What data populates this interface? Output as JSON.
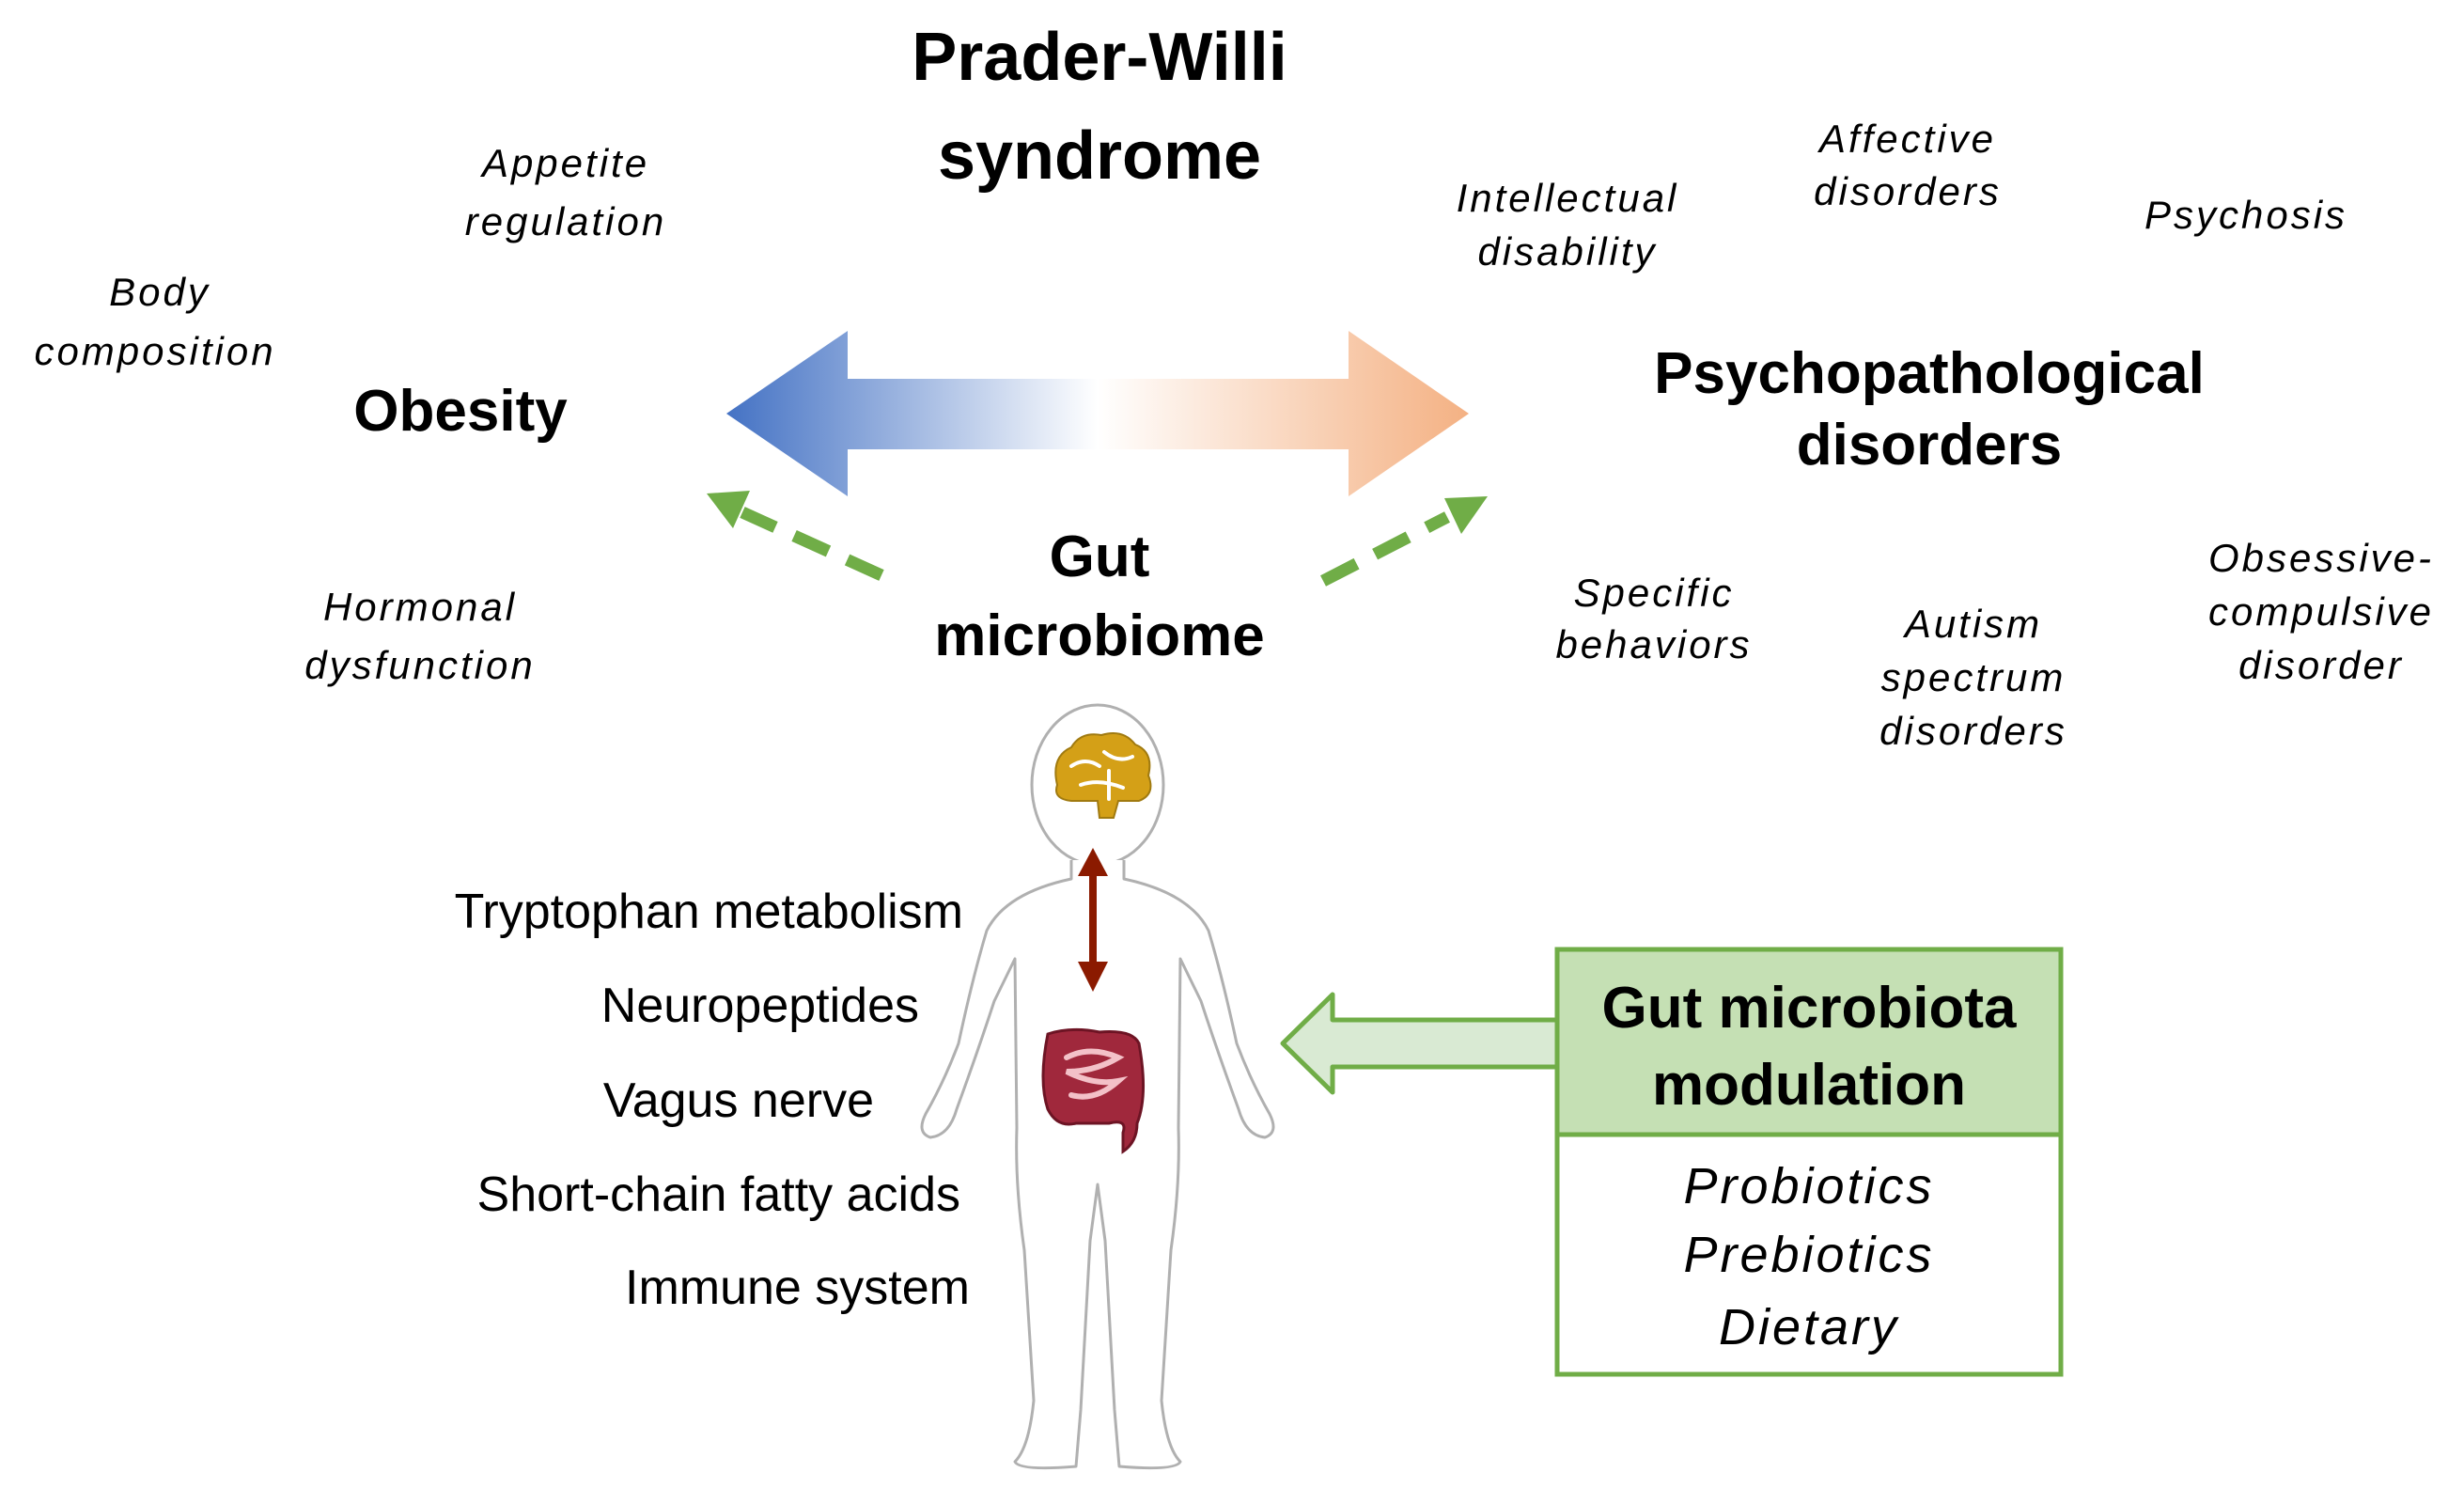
{
  "title": {
    "line1": "Prader-Willi",
    "line2": "syndrome"
  },
  "obesity": {
    "label": "Obesity",
    "factors": [
      {
        "line1": "Appetite",
        "line2": "regulation"
      },
      {
        "line1": "Body",
        "line2": "composition"
      },
      {
        "line1": "Hormonal",
        "line2": "dysfunction"
      }
    ]
  },
  "psychopathology": {
    "label_line1": "Psychopathological",
    "label_line2": "disorders",
    "factors": [
      {
        "lines": [
          "Intellectual",
          "disability"
        ]
      },
      {
        "lines": [
          "Affective",
          "disorders"
        ]
      },
      {
        "lines": [
          "Psychosis"
        ]
      },
      {
        "lines": [
          "Specific",
          "behaviors"
        ]
      },
      {
        "lines": [
          "Autism",
          "spectrum",
          "disorders"
        ]
      },
      {
        "lines": [
          "Obsessive-",
          "compulsive",
          "disorder"
        ]
      }
    ]
  },
  "gut_microbiome": {
    "line1": "Gut",
    "line2": "microbiome"
  },
  "mechanisms": [
    "Tryptophan metabolism",
    "Neuropeptides",
    "Vagus nerve",
    "Short-chain fatty acids",
    "Immune system"
  ],
  "modulation": {
    "title_line1": "Gut microbiota",
    "title_line2": "modulation",
    "items": [
      "Probiotics",
      "Prebiotics",
      "Dietary"
    ]
  },
  "colors": {
    "arrow_left": "#4472c4",
    "arrow_right": "#f4b183",
    "dashed_arrow": "#70ad47",
    "box_border": "#70ad47",
    "box_header_fill": "#c5e0b4",
    "block_arrow_fill": "#d9ead3",
    "axis_arrow": "#8b1a00",
    "brain": "#d4a017",
    "intestine": "#a0283c"
  },
  "icons": [
    "double-arrow-icon",
    "dashed-arrow-icon",
    "human-body-icon",
    "brain-icon",
    "intestine-icon",
    "block-arrow-icon"
  ]
}
